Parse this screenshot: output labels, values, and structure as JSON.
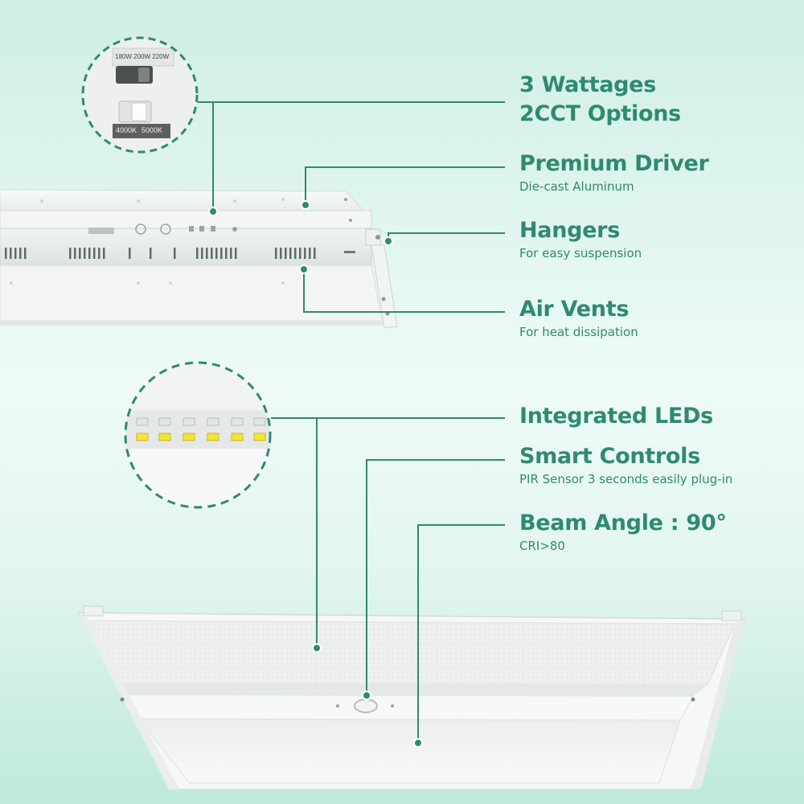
{
  "features": [
    {
      "title": "3 Wattages\n2CCT Options",
      "sub": ""
    },
    {
      "title": "Premium Driver",
      "sub": "Die-cast Aluminum"
    },
    {
      "title": "Hangers",
      "sub": "For easy suspension"
    },
    {
      "title": "Air Vents",
      "sub": "For heat dissipation"
    },
    {
      "title": "Integrated LEDs",
      "sub": ""
    },
    {
      "title": "Smart Controls",
      "sub": "PIR Sensor 3 seconds easily plug-in"
    },
    {
      "title": "Beam Angle : 90°",
      "sub": "CRI>80"
    }
  ],
  "switch_labels": {
    "wattage": "180W 200W 220W",
    "cct_left": "4000K",
    "cct_right": "5000K"
  },
  "colors": {
    "accent": "#2e8a72",
    "led_yellow": "#f3e33b"
  }
}
